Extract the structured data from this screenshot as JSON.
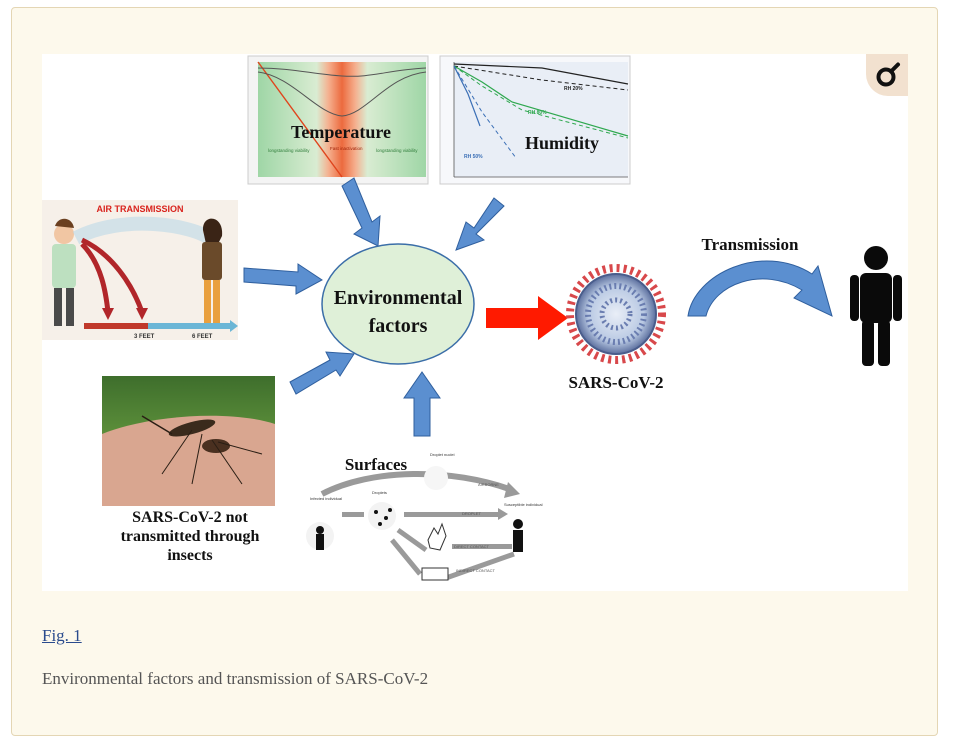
{
  "figure": {
    "temperature": {
      "title": "Temperature",
      "left_zone": "longstanding viability",
      "mid_zone": "Fast inactivation",
      "right_zone": "longstanding viability"
    },
    "humidity": {
      "title": "Humidity",
      "rh20": "RH 20%",
      "rh80": "RH 80%",
      "rh50": "RH 50%"
    },
    "air": {
      "title": "AIR TRANSMISSION",
      "dist1": "3 FEET",
      "dist2": "6 FEET"
    },
    "center": {
      "line1": "Environmental",
      "line2": "factors"
    },
    "virus_label": "SARS-CoV-2",
    "transmission_label": "Transmission",
    "insects": {
      "line1": "SARS-CoV-2 not",
      "line2": "transmitted through",
      "line3": "insects"
    },
    "surfaces": {
      "title": "Surfaces",
      "infected": "Infected individual",
      "droplets": "Droplets",
      "droplet_nuclei": "Droplet nuclei",
      "susceptible": "Susceptible individual",
      "airborne": "AIRBORNE",
      "droplet": "DROPLET",
      "direct": "DIRECT CONTACT",
      "indirect": "INDIRECT CONTACT"
    }
  },
  "caption": {
    "link": "Fig. 1",
    "text": "Environmental factors and transmission of SARS-CoV-2"
  },
  "colors": {
    "arrow_blue": "#5b8fd0",
    "arrow_red": "#ff1a00",
    "ellipse_fill": "#dff0d8",
    "ellipse_stroke": "#3b6ea8"
  },
  "icons": {
    "zoom": "zoom-icon"
  }
}
